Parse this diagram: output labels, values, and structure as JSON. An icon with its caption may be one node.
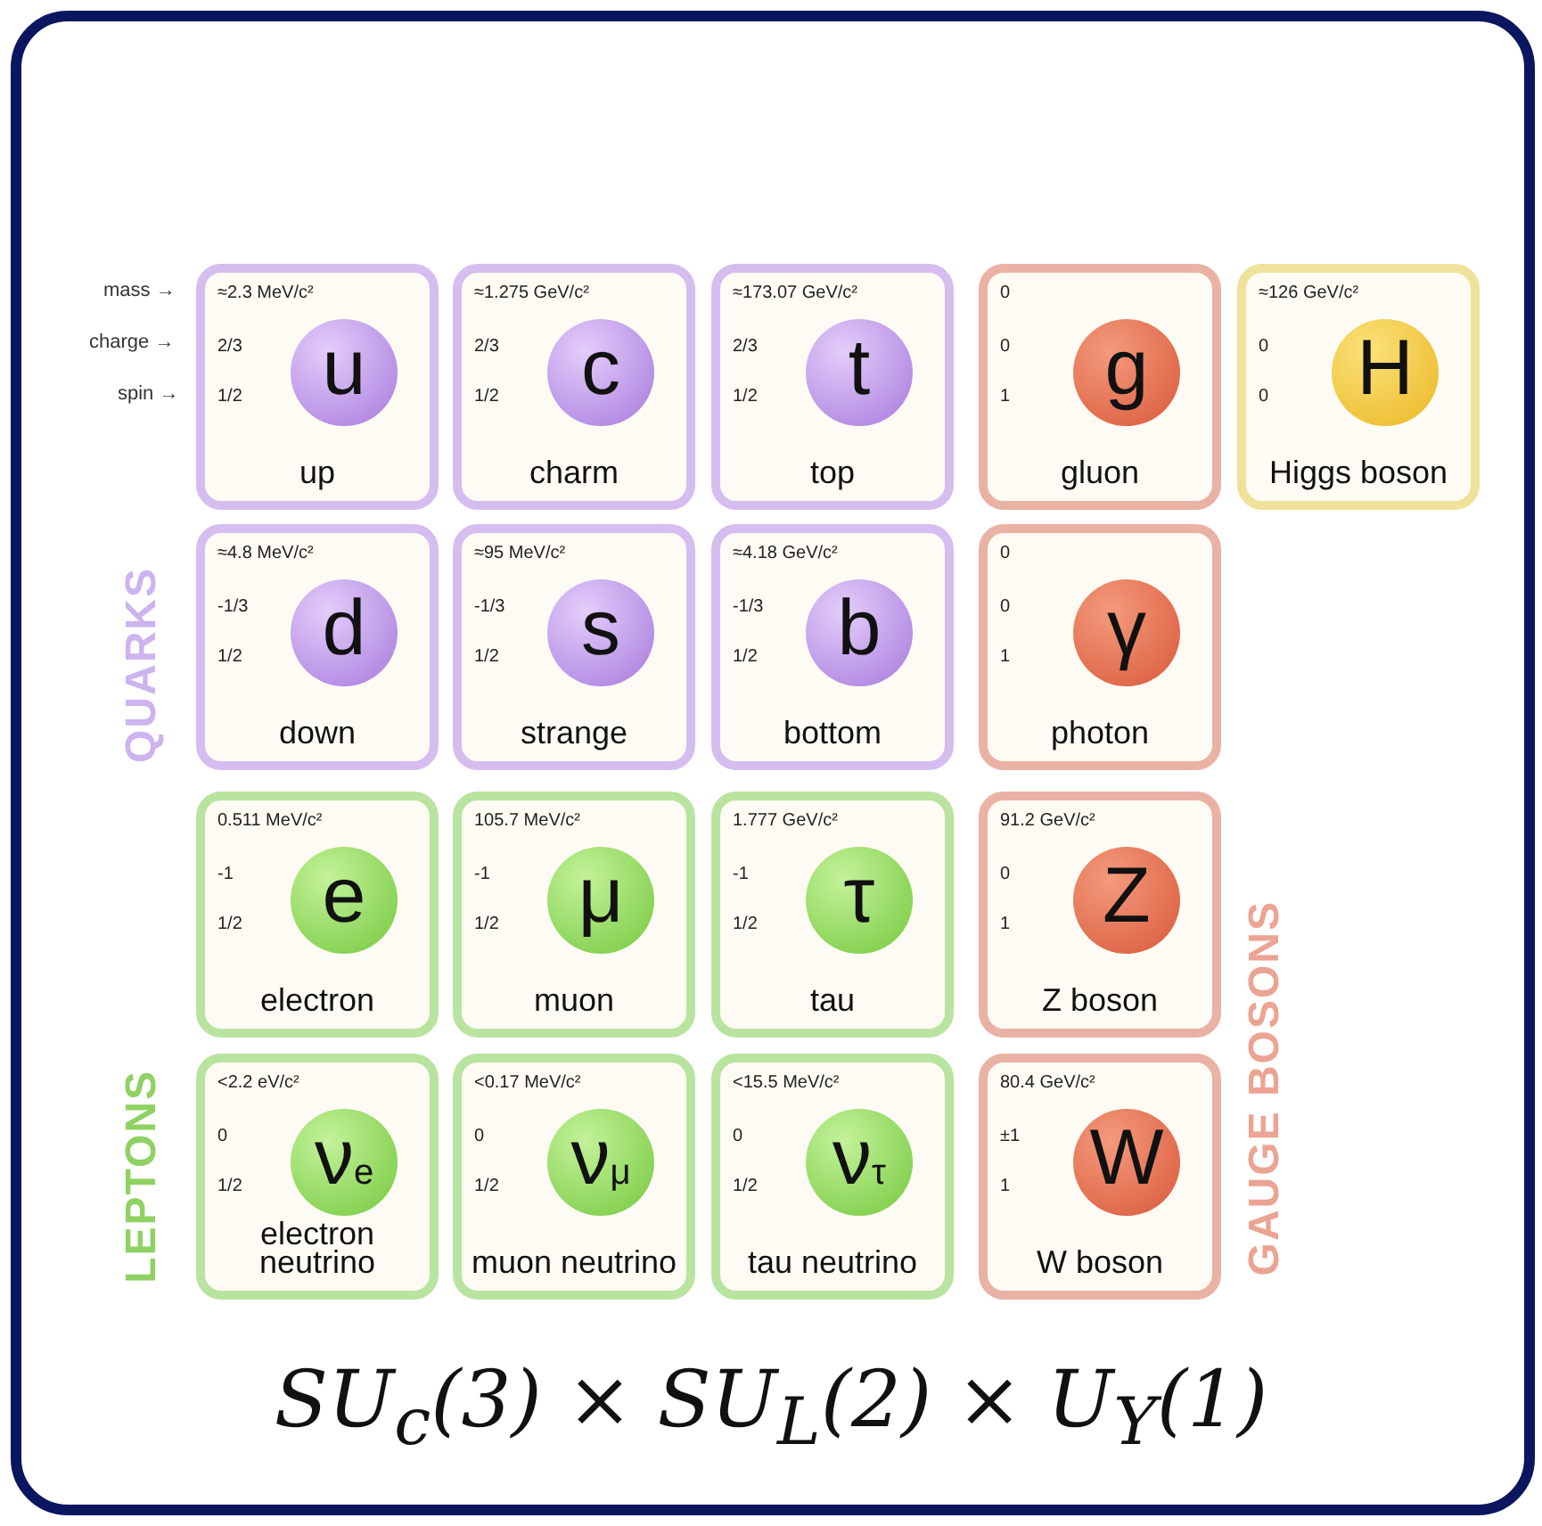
{
  "diagram": {
    "caption": "SU$_{c}$(3) × SU$_{L}$(2) × U$_{Y}$(1)",
    "nodes": [
      {
        "text": [
          "≈2.3 MeV/c²",
          "2/3",
          "1/2",
          "up"
        ]
      },
      {
        "text": [
          "u"
        ],
        "in": 0
      },
      {
        "text": [
          "≈1.275 GeV/c²",
          "2/3",
          "1/2",
          "charm"
        ]
      },
      {
        "text": [
          "c"
        ],
        "in": 2
      },
      {
        "text": [
          "≈173.07 GeV/c²",
          "2/3",
          "1/2",
          "top"
        ]
      },
      {
        "text": [
          "t"
        ],
        "in": 4
      },
      {
        "text": [
          "0",
          "0",
          "1",
          "gluon"
        ]
      },
      {
        "text": [
          "g"
        ],
        "in": 6
      },
      {
        "text": [
          "≈126 GeV/c²",
          "0",
          "0",
          "Higgs boson"
        ]
      },
      {
        "text": [
          "H"
        ],
        "in": 8
      },
      {
        "text": [
          "≈4.8 MeV/c²",
          "-1/3",
          "1/2",
          "down"
        ]
      },
      {
        "text": [
          "d"
        ],
        "in": 10
      },
      {
        "text": [
          "≈95 MeV/c²",
          "-1/3",
          "1/2",
          "strange"
        ]
      },
      {
        "text": [
          "s"
        ],
        "in": 12
      },
      {
        "text": [
          "≈4.18 GeV/c²",
          "-1/3",
          "1/2",
          "bottom"
        ]
      },
      {
        "text": [
          "b"
        ],
        "in": 14
      },
      {
        "text": [
          "0",
          "0",
          "1",
          "photon"
        ]
      },
      {
        "text": [
          "γ"
        ],
        "in": 16
      },
      {
        "text": [
          "0.511 MeV/c²",
          "-1",
          "1/2",
          "electron"
        ]
      },
      {
        "text": [
          "e"
        ],
        "in": 18
      },
      {
        "text": [
          "105.7 MeV/c²",
          "-1",
          "1/2",
          "muon"
        ]
      },
      {
        "text": [
          "μ"
        ],
        "in": 20
      },
      {
        "text": [
          "1.777 GeV/c²",
          "-1",
          "1/2",
          "tau"
        ]
      },
      {
        "text": [
          "τ"
        ],
        "in": 22
      },
      {
        "text": [
          "91.2 GeV/c²",
          "0",
          "1",
          "Z boson"
        ]
      },
      {
        "text": [
          "Z"
        ],
        "in": 24
      },
      {
        "text": [
          "<2.2 eV/c²",
          "0",
          "1/2",
          "electron neutrino"
        ]
      },
      {
        "text": [
          "ν$_{e}$"
        ],
        "in": 26
      },
      {
        "text": [
          "<0.17 MeV/c²",
          "0",
          "1/2",
          "muon neutrino"
        ]
      },
      {
        "text": [
          "ν$_{μ}$"
        ],
        "in": 28
      },
      {
        "text": [
          "<15.5 MeV/c²",
          "0",
          "1/2",
          "tau neutrino"
        ]
      },
      {
        "text": [
          "ν$_{τ}$"
        ],
        "in": 30
      },
      {
        "text": [
          "80.4 GeV/c²",
          "±1",
          "1",
          "W boson"
        ]
      },
      {
        "text": [
          "W"
        ],
        "in": 32
      }
    ],
    "labels": [
      "mass →",
      "charge →",
      "spin →",
      "QUARKS",
      "LEPTONS",
      "GAUGE BOSONS"
    ]
  }
}
